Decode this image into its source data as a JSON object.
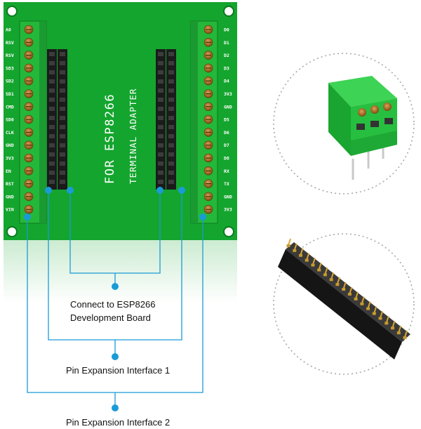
{
  "board": {
    "title_line1": "FOR ESP8266",
    "title_line2": "TERMINAL ADAPTER",
    "left_pins": [
      "A0",
      "RSV",
      "RSV",
      "SD3",
      "SD2",
      "SD1",
      "CMD",
      "SD0",
      "CLK",
      "GND",
      "3V3",
      "EN",
      "RST",
      "GND",
      "VIN"
    ],
    "right_pins": [
      "D0",
      "D1",
      "D2",
      "D3",
      "D4",
      "3V3",
      "GND",
      "D5",
      "D6",
      "D7",
      "D8",
      "RX",
      "TX",
      "GND",
      "3V3"
    ]
  },
  "callouts": {
    "dev_board_line1": "Connect to ESP8266",
    "dev_board_line2": "Development Board",
    "expansion_1": "Pin Expansion Interface 1",
    "expansion_2": "Pin Expansion Interface 2"
  },
  "colors": {
    "pcb_green": "#14a52e",
    "terminal_green": "#23b83a",
    "callout_blue": "#1a9bd7",
    "header_black": "#1b1b1b"
  }
}
